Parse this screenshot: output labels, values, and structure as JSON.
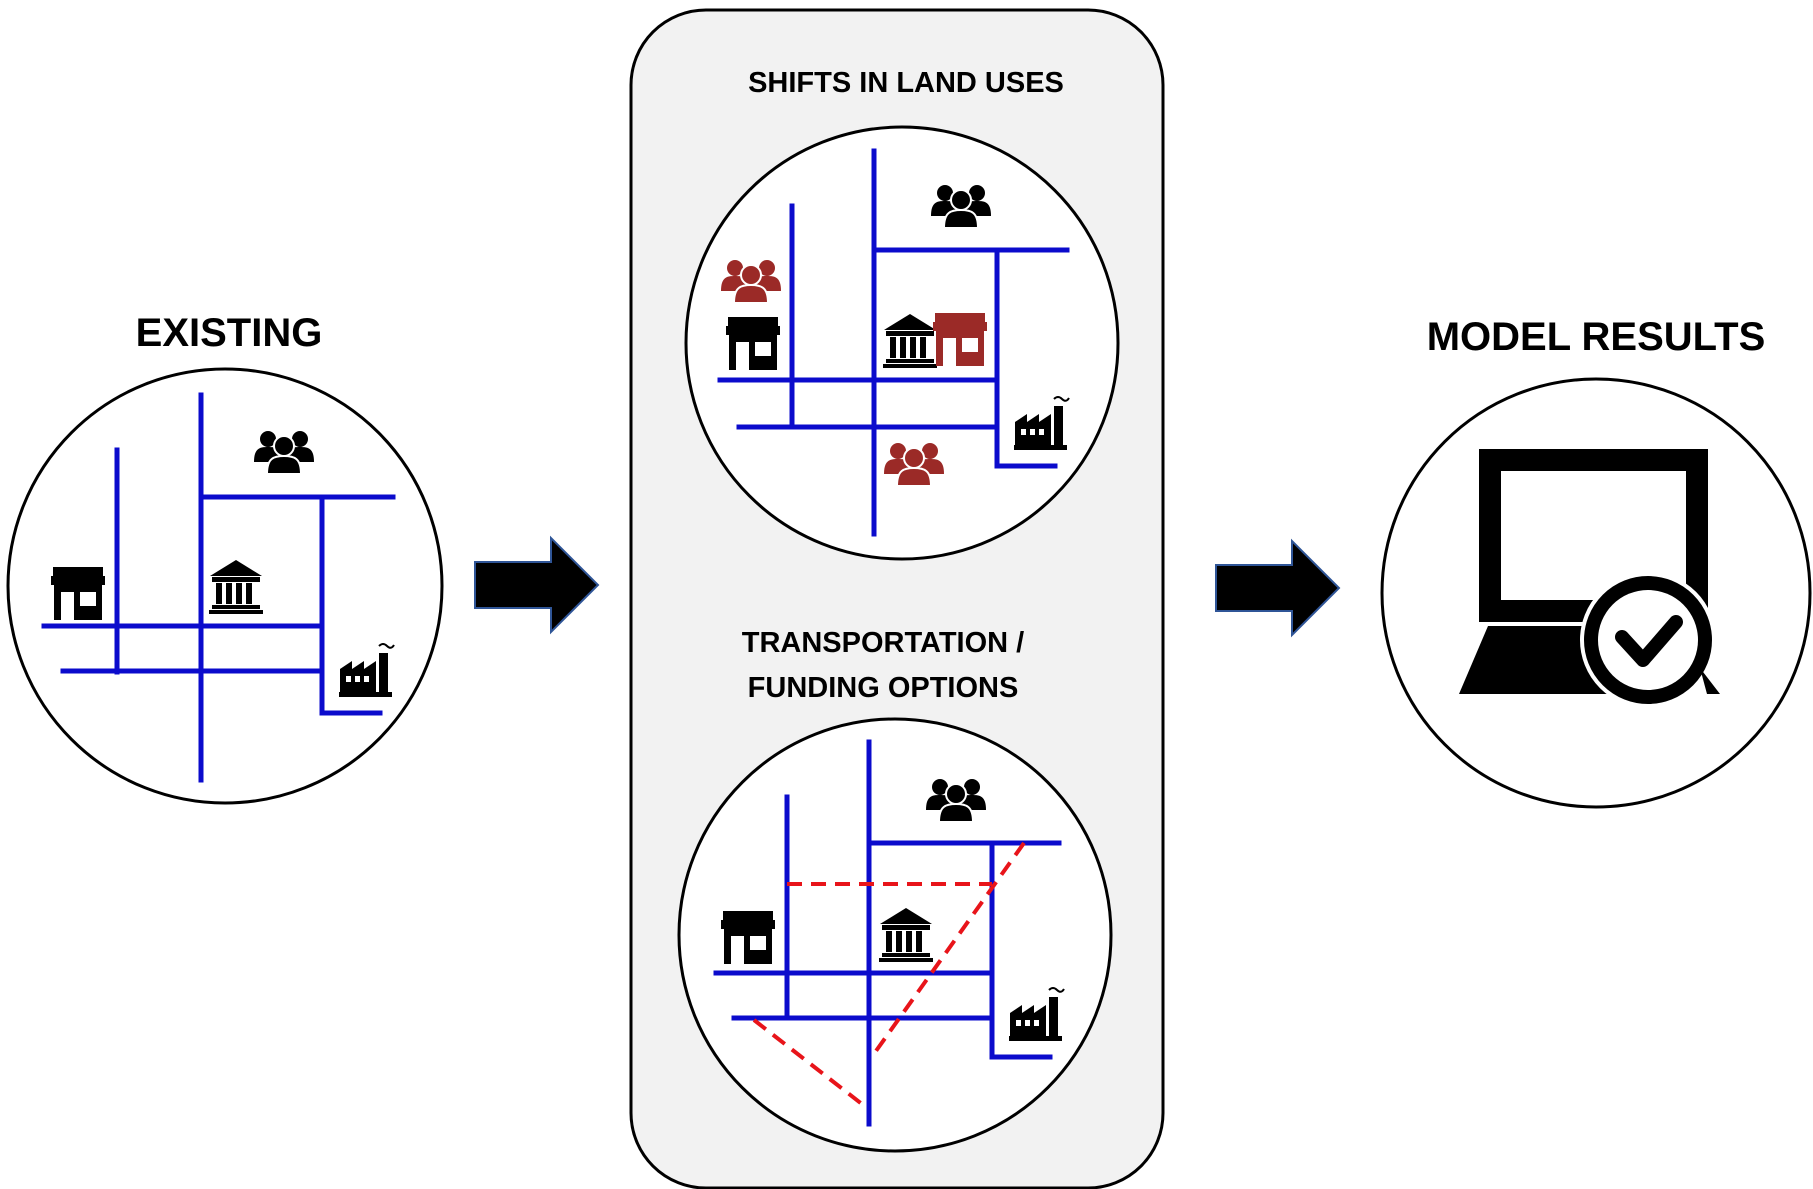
{
  "labels": {
    "existing": "EXISTING",
    "shifts": "SHIFTS IN LAND USES",
    "transport_line1": "TRANSPORTATION /",
    "transport_line2": "FUNDING OPTIONS",
    "results": "MODEL RESULTS"
  },
  "colors": {
    "road": "#0b0bcc",
    "new_route": "#e8141a",
    "shifted_use": "#9b2a27",
    "icon": "#000000",
    "panel_fill": "#f2f2f2",
    "arrow": "#000000"
  },
  "icons": {
    "residential": "people-icon",
    "commercial": "shop-icon",
    "civic": "government-building-icon",
    "industrial": "factory-icon",
    "results": "laptop-checkmark-icon"
  }
}
